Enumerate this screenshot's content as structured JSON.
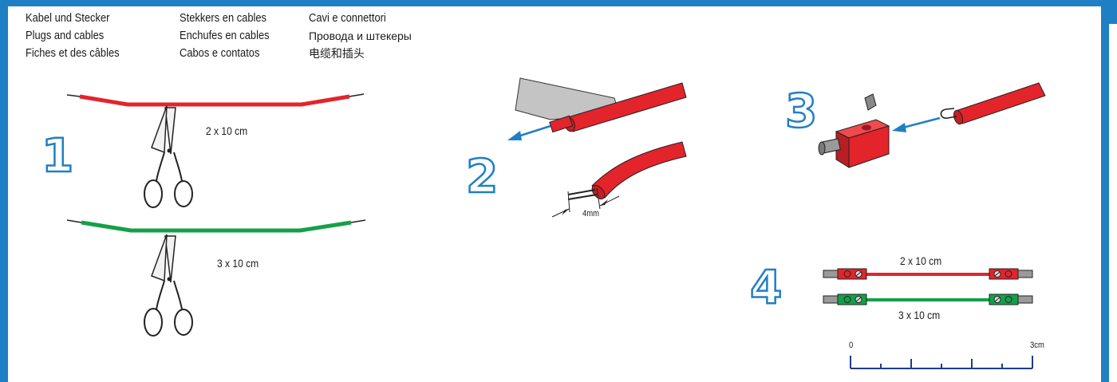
{
  "titles": {
    "col1": [
      "Kabel und Stecker",
      "Plugs and cables",
      "Fiches et des câbles"
    ],
    "col2": [
      "Stekkers en cables",
      "Enchufes en cables",
      "Cabos e contatos"
    ],
    "col3": [
      "Cavi e connettori",
      "Провода и штекеры",
      "电缆和插头"
    ]
  },
  "steps": {
    "step1": {
      "number": "1",
      "red_label": "2 x 10 cm",
      "green_label": "3 x 10 cm"
    },
    "step2": {
      "number": "2",
      "strip_label": "4mm"
    },
    "step3": {
      "number": "3"
    },
    "step4": {
      "number": "4",
      "red_label": "2 x 10 cm",
      "green_label": "3 x 10 cm",
      "scale_start": "0",
      "scale_end": "3cm"
    }
  },
  "colors": {
    "frame": "#1f7fc4",
    "red_cable": "#e3242b",
    "green_cable": "#14a049",
    "arrow": "#1f7fc4"
  }
}
